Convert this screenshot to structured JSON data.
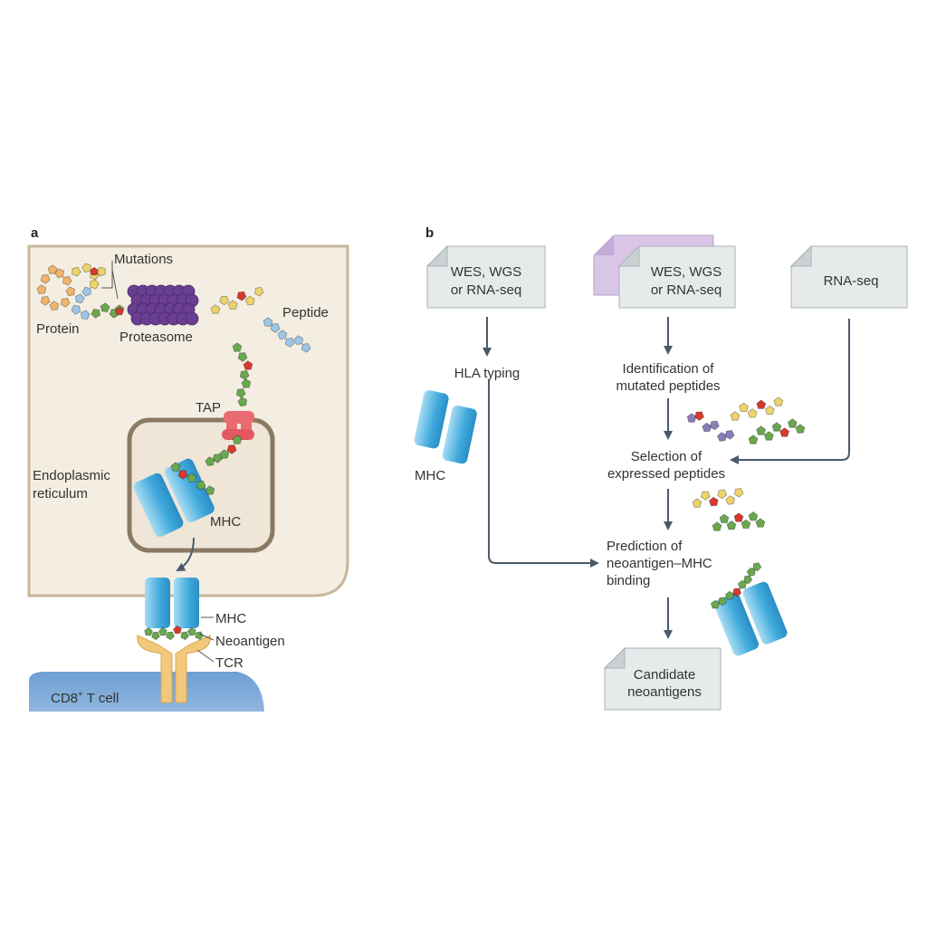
{
  "colors": {
    "cell": "#f4ede1",
    "cell_border": "#c9b79a",
    "er_border": "#8a7a63",
    "tcell": "#7ba7d6",
    "tcr": "#f2c97c",
    "mhc_blue": "#3fa9dc",
    "tap": "#ea6a72",
    "proteasome": "#6a3f92",
    "peptide_green": "#6aa84f",
    "peptide_yellow": "#ecd36a",
    "peptide_blue": "#9dc6e6",
    "peptide_orange": "#f0b46b",
    "peptide_purple": "#8a7db8",
    "mutation_red": "#d8392f",
    "doc_fill": "#e6eaea",
    "doc_back": "#d9c6e6",
    "arrow": "#4a5a6a"
  },
  "panel_a": {
    "letter": "a",
    "labels": {
      "mutations": "Mutations",
      "protein": "Protein",
      "proteasome": "Proteasome",
      "peptide": "Peptide",
      "tap": "TAP",
      "er_line1": "Endoplasmic",
      "er_line2": "reticulum",
      "mhc_er": "MHC",
      "mhc_surface": "MHC",
      "neoantigen": "Neoantigen",
      "tcr": "TCR",
      "tcell_prefix": "CD8",
      "tcell_sup": "+",
      "tcell_suffix": " T cell"
    }
  },
  "panel_b": {
    "letter": "b",
    "doc_left": [
      "WES, WGS",
      "or RNA-seq"
    ],
    "doc_middle": [
      "WES, WGS",
      "or RNA-seq"
    ],
    "doc_right": [
      "RNA-seq"
    ],
    "hla": "HLA typing",
    "mhc": "MHC",
    "step1": [
      "Identification of",
      "mutated peptides"
    ],
    "step2": [
      "Selection of",
      "expressed peptides"
    ],
    "step3": [
      "Prediction of",
      "neoantigen–MHC",
      "binding"
    ],
    "output": [
      "Candidate",
      "neoantigens"
    ]
  }
}
